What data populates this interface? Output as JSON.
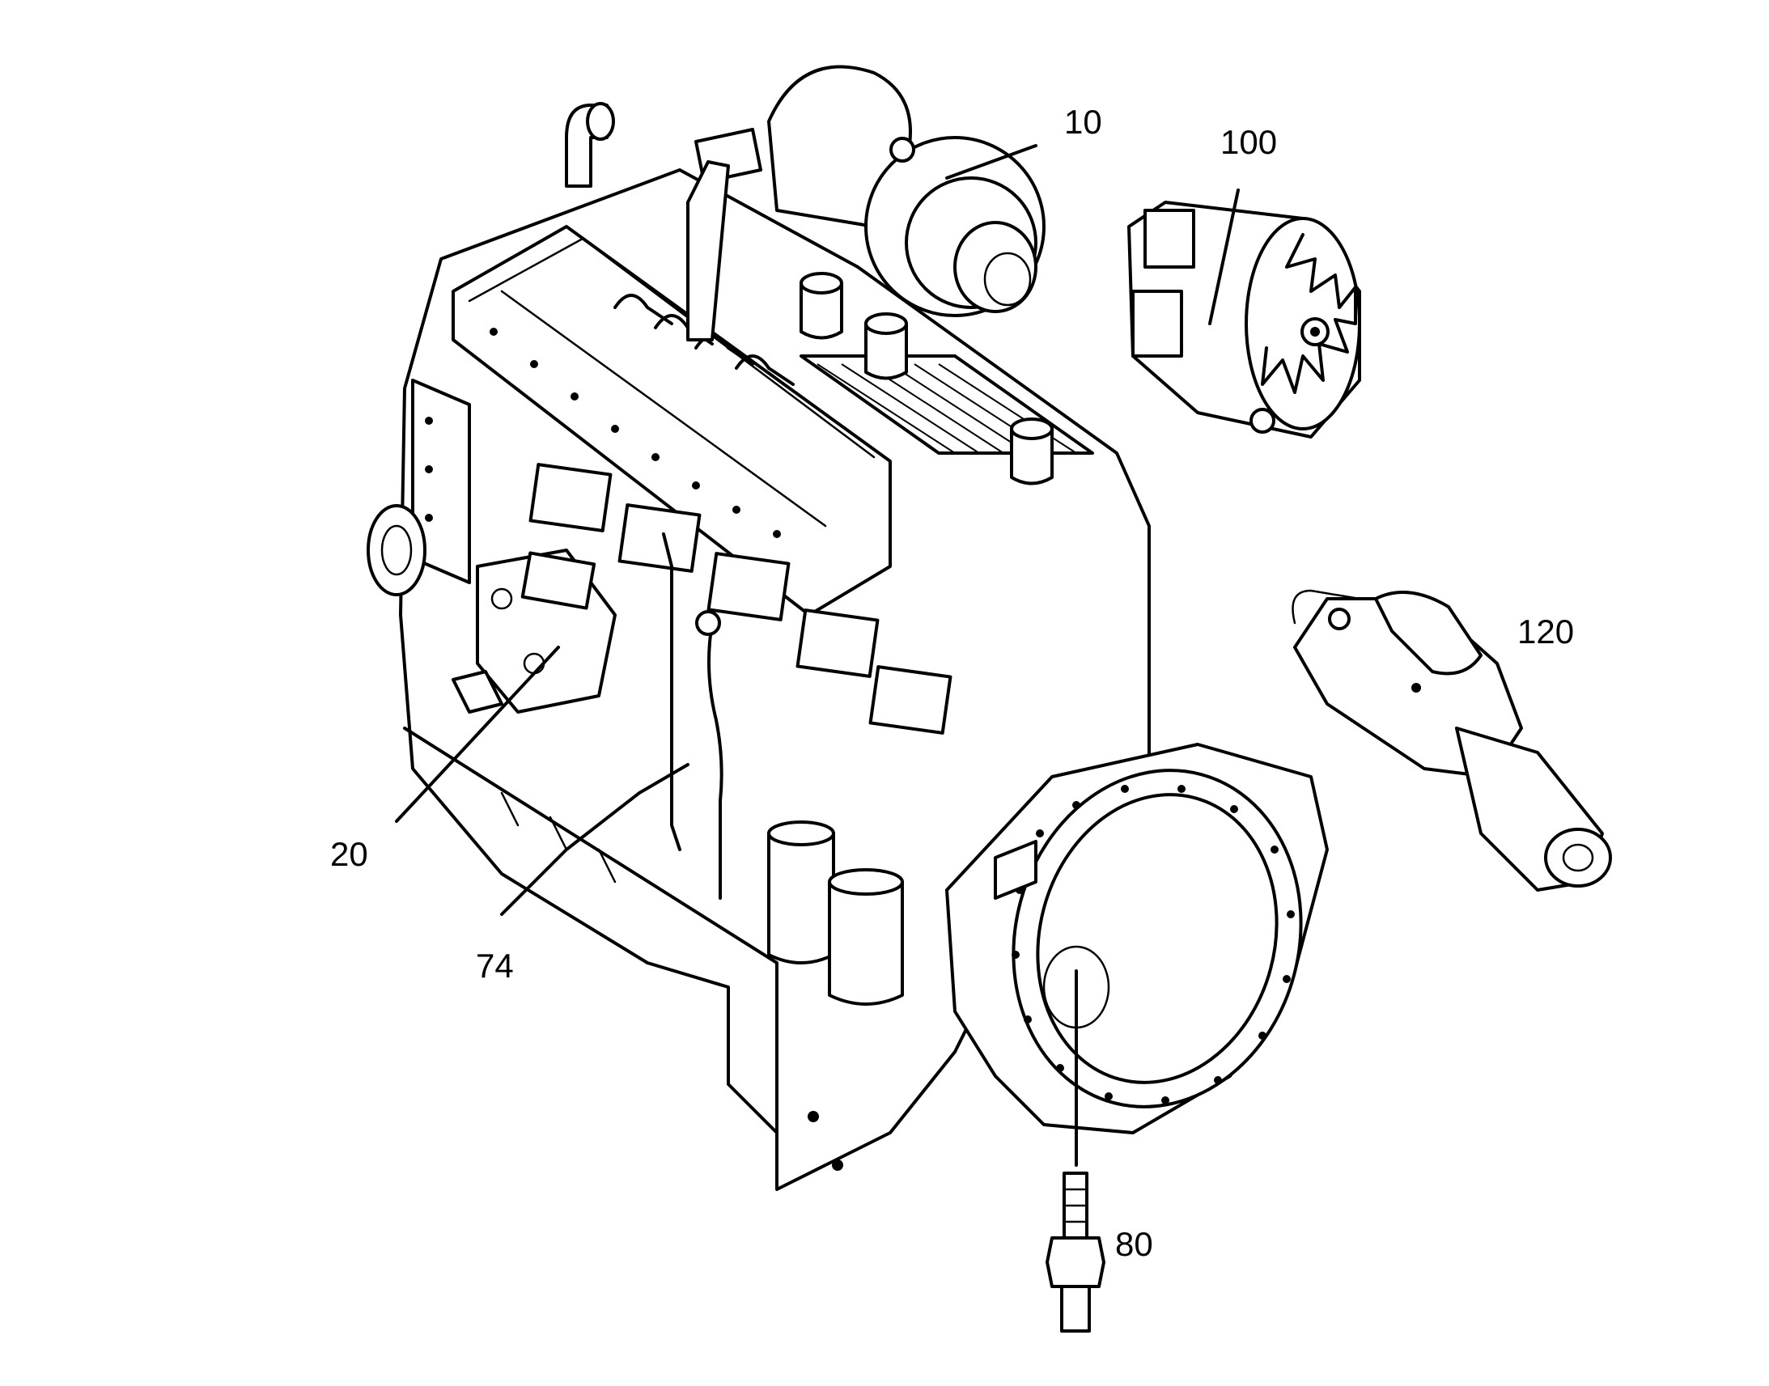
{
  "callouts": {
    "turbocharger": "10",
    "ecm_bracket": "20",
    "oil_dipstick_tube": "74",
    "sensor_plug": "80",
    "alternator": "100",
    "starter_motor": "120"
  },
  "colors": {
    "ink": "#000000",
    "paper": "#ffffff"
  }
}
